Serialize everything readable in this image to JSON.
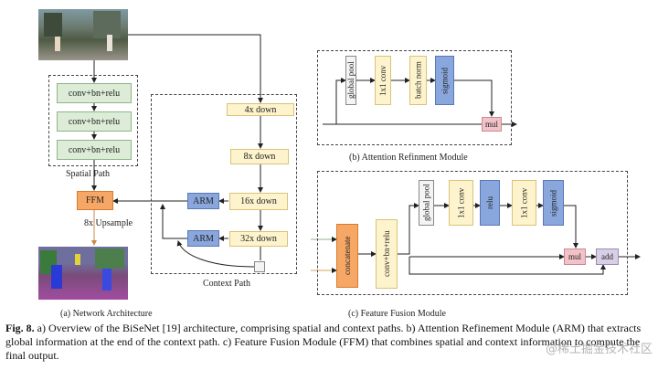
{
  "network": {
    "spatial_path": {
      "blocks": [
        "conv+bn+relu",
        "conv+bn+relu",
        "conv+bn+relu"
      ],
      "label": "Spatial Path"
    },
    "context_path": {
      "blocks": [
        "4x down",
        "8x down",
        "16x down",
        "32x down"
      ],
      "arm1": "ARM",
      "arm2": "ARM",
      "label": "Context Path"
    },
    "ffm": "FFM",
    "upsample": "8x Upsample",
    "caption": "(a) Network Architecture"
  },
  "arm_module": {
    "blocks": [
      "global pool",
      "1x1 conv",
      "batch norm",
      "sigmoid"
    ],
    "mul": "mul",
    "caption": "(b) Attention Refinment Module"
  },
  "ffm_module": {
    "concat": "concatenate",
    "conv": "conv+bn+relu",
    "blocks": [
      "global pool",
      "1x1 conv",
      "relu",
      "1x1 conv",
      "sigmoid"
    ],
    "mul": "mul",
    "add": "add",
    "caption": "(c) Feature Fusion Module"
  },
  "figure_caption": {
    "prefix": "Fig. 8.",
    "text": " a) Overview of the BiSeNet [19] architecture, comprising spatial and context paths. b) Attention Refinement Module (ARM) that extracts global information at the end of the context path. c) Feature Fusion Module (FFM) that combines spatial and context information to compute the final output."
  },
  "watermark": "@稀土掘金技术社区"
}
